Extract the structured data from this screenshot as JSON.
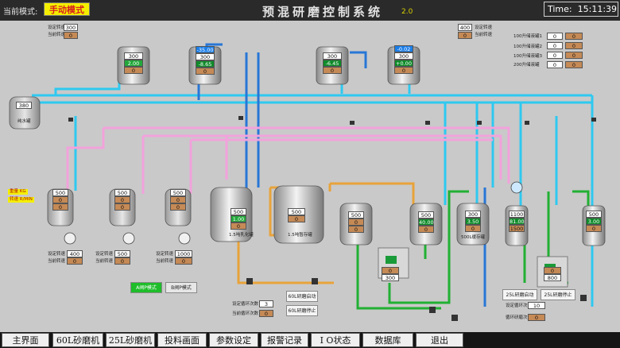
{
  "header": {
    "mode_label": "当前模式:",
    "mode_value": "手动模式",
    "title": "预混研磨控制系统",
    "version": "2.0",
    "time_label": "Time:",
    "time_value": "15:11:39"
  },
  "values": {
    "top_left_setpoint": "300",
    "top_left_current": "0",
    "tank_a": [
      "300",
      "2.00",
      "0"
    ],
    "tank_b": [
      "-35.00",
      "300",
      "-8.65",
      "0"
    ],
    "tank_c": [
      "300",
      "-6.45",
      "0"
    ],
    "tank_d": [
      "-0.02",
      "300",
      "+0.00",
      "0"
    ],
    "top_right_setpoint": "400",
    "top_right_current": "0",
    "right_tanks": [
      "0",
      "0",
      "0",
      "0",
      "0",
      "0",
      "0",
      "0"
    ],
    "pure_tank": "380",
    "small_tanks": [
      [
        "500",
        "0",
        "0"
      ],
      [
        "500",
        "0",
        "0"
      ],
      [
        "500",
        "0",
        "0"
      ]
    ],
    "pumps": [
      [
        "400",
        "0"
      ],
      [
        "500",
        "0"
      ],
      [
        "1000",
        "0"
      ]
    ],
    "tank_15t": [
      "500",
      "1.00",
      "0"
    ],
    "tank_15t_b": [
      "500",
      "0"
    ],
    "tank_mix1": [
      "500",
      "0",
      "0"
    ],
    "tank_mix2": [
      "500",
      "40.00",
      "0"
    ],
    "tank_500l": [
      "300",
      "3.50",
      "0"
    ],
    "tank_r1": [
      "1100",
      "81.00",
      "1500"
    ],
    "tank_r2": [
      "500",
      "3.00",
      "0"
    ],
    "mill1": [
      "0",
      "300"
    ],
    "mill2": [
      "0",
      "800"
    ],
    "bottom_60l": [
      "3",
      "0"
    ],
    "bottom_25l": [
      "10",
      "0"
    ]
  },
  "labels": {
    "setpoint": "设定转速",
    "current": "当前转速",
    "yellow1": "重量 KG",
    "yellow2": "转速 R/MIN",
    "mode_a": "A阀P模式",
    "mode_b": "B阀P模式",
    "btn_60l_start": "60L研磨启动",
    "btn_60l_stop": "60L研磨停止",
    "btn_25l_start": "25L研磨启动",
    "btn_25l_stop": "25L研磨停止",
    "loop_60l_set": "设定循环次数",
    "loop_60l_cur": "当前循环次数",
    "loop_25l_set": "设定循环次数",
    "loop_25l_cur": "循环研磨次数",
    "tank_15t_label": "1.5吨乳化罐",
    "tank_15t_b_label": "1.5吨暂存罐",
    "tank_500l_label": "500L缓存罐",
    "pure_tank_label": "纯水罐",
    "right_label_1": "100升储液罐1",
    "right_label_2": "100升储液罐2",
    "right_label_3": "100升储液罐3",
    "right_label_4": "200升储液罐"
  },
  "nav": {
    "items": [
      "主界面",
      "60L砂磨机",
      "25L砂磨机",
      "投料画面",
      "参数设定",
      "报警记录",
      "I O状态",
      "数据库",
      "退出"
    ]
  },
  "colors": {
    "pipe_cyan": "#2ec9f0",
    "pipe_pink": "#f2a2dc",
    "pipe_orange": "#e8a33a",
    "pipe_green": "#21b033",
    "pipe_blue": "#2876d6",
    "background": "#c9c9c9"
  }
}
